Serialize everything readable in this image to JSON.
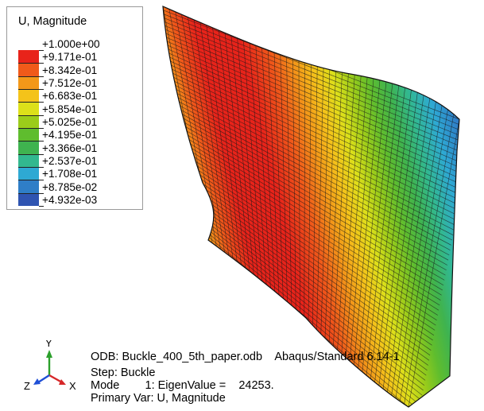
{
  "legend": {
    "title": "U, Magnitude",
    "labels": [
      "+1.000e+00",
      "+9.171e-01",
      "+8.342e-01",
      "+7.512e-01",
      "+6.683e-01",
      "+5.854e-01",
      "+5.025e-01",
      "+4.195e-01",
      "+3.366e-01",
      "+2.537e-01",
      "+1.708e-01",
      "+8.785e-02",
      "+4.932e-03"
    ],
    "colors": [
      "#e8231a",
      "#f05a1a",
      "#f39819",
      "#f4c31a",
      "#dde01a",
      "#9bcc1a",
      "#5fbd2e",
      "#3fb34f",
      "#32b88f",
      "#2ea9d3",
      "#2f7ec7",
      "#2f54b1",
      "#2d3aa0"
    ]
  },
  "triad": {
    "x": "X",
    "y": "Y",
    "z": "Z"
  },
  "info": {
    "odb": "ODB: Buckle_400_5th_paper.odb    Abaqus/Standard 6.14-1",
    "step": "Step: Buckle",
    "mode": "Mode        1: EigenValue =    24253.",
    "primary": "Primary Var: U, Magnitude"
  }
}
